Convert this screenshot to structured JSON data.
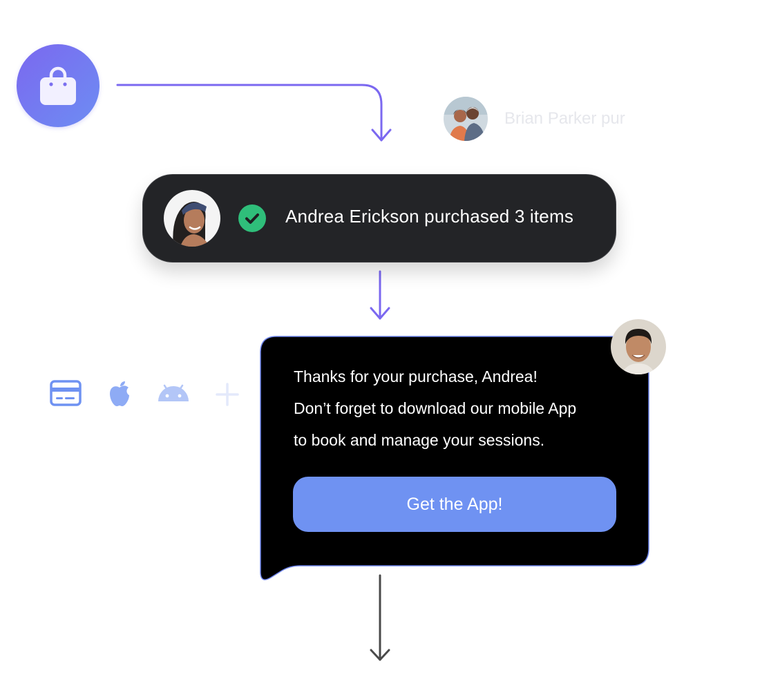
{
  "trigger": {
    "icon": "shopping-bag-icon",
    "color": "#7b68f0"
  },
  "faded_notification": {
    "text": "Brian Parker pur",
    "avatar": "couple-avatar"
  },
  "notification": {
    "text": "Andrea Erickson purchased 3 items",
    "avatar": "woman-avatar",
    "status_icon": "check-circle-icon",
    "status_color": "#2fbe7a",
    "background": "#232427"
  },
  "platform_icons": [
    "credit-card-icon",
    "apple-icon",
    "android-icon",
    "plus-icon"
  ],
  "message": {
    "lines": [
      "Thanks for your purchase, Andrea!",
      "Don’t forget to download our mobile App",
      "to book and manage your sessions."
    ],
    "cta_label": "Get the App!",
    "cta_color": "#6f92f2",
    "agent_avatar": "man-avatar"
  },
  "colors": {
    "flow_arrow": "#7b68f0",
    "exit_arrow": "#4a4a4a",
    "icon_tint": "#6f92f2"
  }
}
